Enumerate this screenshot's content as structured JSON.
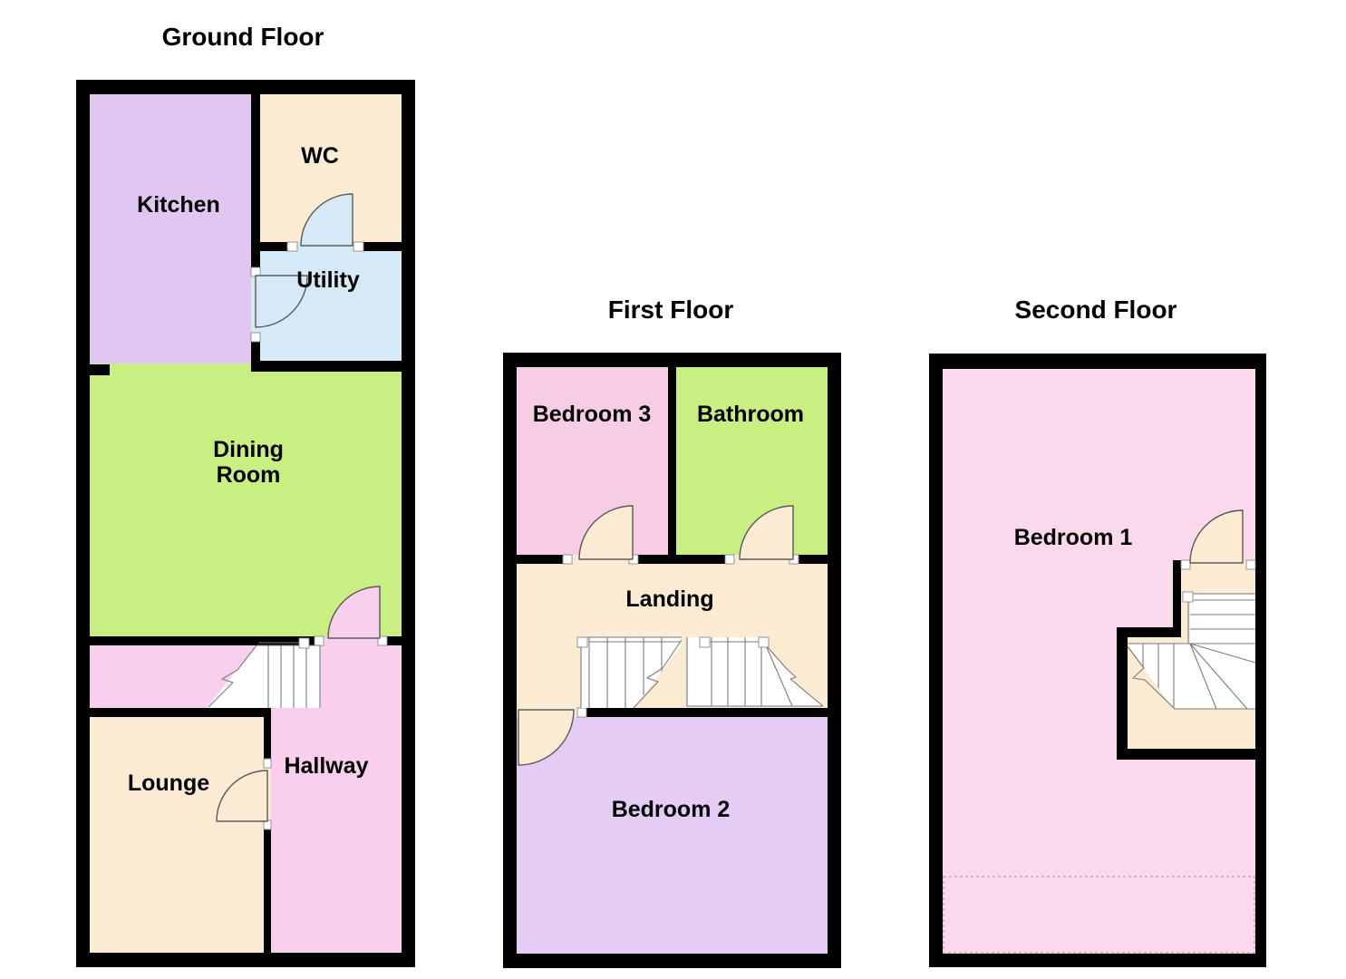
{
  "colors": {
    "wall": "#000000",
    "kitchen": "#E2C6F2",
    "wc": "#FAEBD2",
    "utility": "#D5E9F7",
    "dining": "#C9EE82",
    "hallway": "#F8D0EE",
    "lounge": "#FAEBD2",
    "bedroom3": "#F7CDE4",
    "bathroom": "#C9EE82",
    "landing": "#FAEBD2",
    "bedroom2": "#E4CCF4",
    "bedroom1": "#FBD8EB",
    "stair_line": "#7a7a7a",
    "door_line": "#5a5a5a",
    "dashed_line": "#b0a0ac"
  },
  "floors": {
    "ground": {
      "title": "Ground Floor",
      "rooms": {
        "kitchen": "Kitchen",
        "wc": "WC",
        "utility": "Utility",
        "dining": "Dining\nRoom",
        "lounge": "Lounge",
        "hallway": "Hallway"
      }
    },
    "first": {
      "title": "First Floor",
      "rooms": {
        "bedroom3": "Bedroom 3",
        "bathroom": "Bathroom",
        "landing": "Landing",
        "bedroom2": "Bedroom 2"
      }
    },
    "second": {
      "title": "Second Floor",
      "rooms": {
        "bedroom1": "Bedroom 1"
      }
    }
  }
}
